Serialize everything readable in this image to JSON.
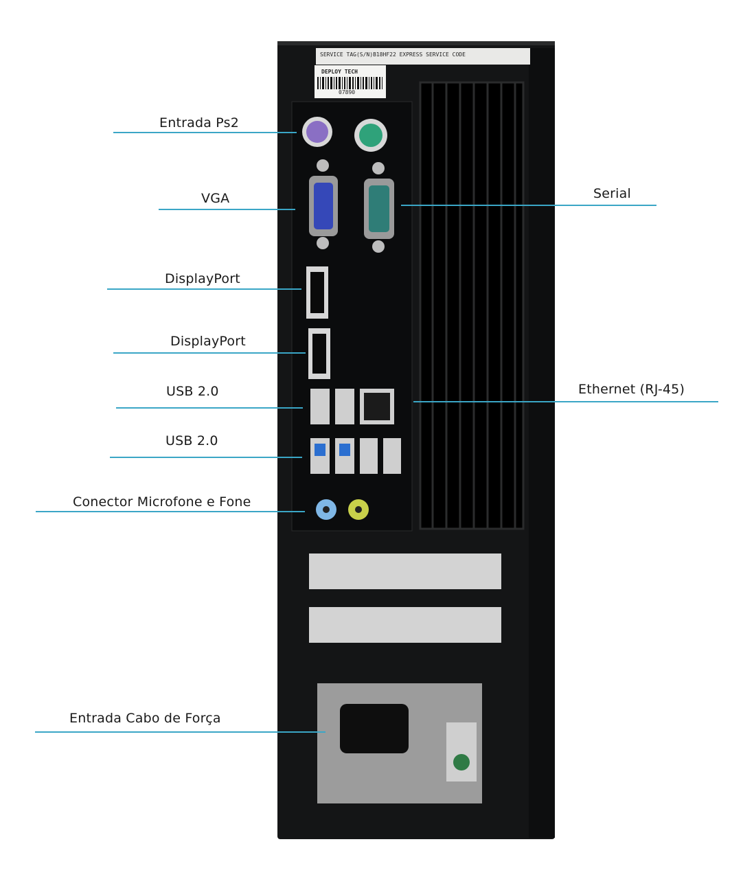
{
  "labels": {
    "ps2": "Entrada Ps2",
    "vga": "VGA",
    "displayport1": "DisplayPort",
    "displayport2": "DisplayPort",
    "usb1": "USB 2.0",
    "usb2": "USB 2.0",
    "audio": "Conector Microfone e Fone",
    "power": "Entrada Cabo de Força",
    "serial": "Serial",
    "ethernet": "Ethernet (RJ-45)"
  },
  "sticker": {
    "service_line": "SERVICE TAG(S/N)B18HF22 EXPRESS SERVICE CODE",
    "brand": "DEPLOY TECH",
    "barcode_number": "07890"
  },
  "colors": {
    "leader_line": "#3aa6c6",
    "case": "#151617",
    "ps2_mouse": "#2fa27a",
    "ps2_keyboard": "#8a6fc4",
    "vga": "#3548b8",
    "serial": "#2f7d77",
    "usb3": "#2b6fd0",
    "mic": "#7fb7e6",
    "headphone": "#c8d04a"
  }
}
